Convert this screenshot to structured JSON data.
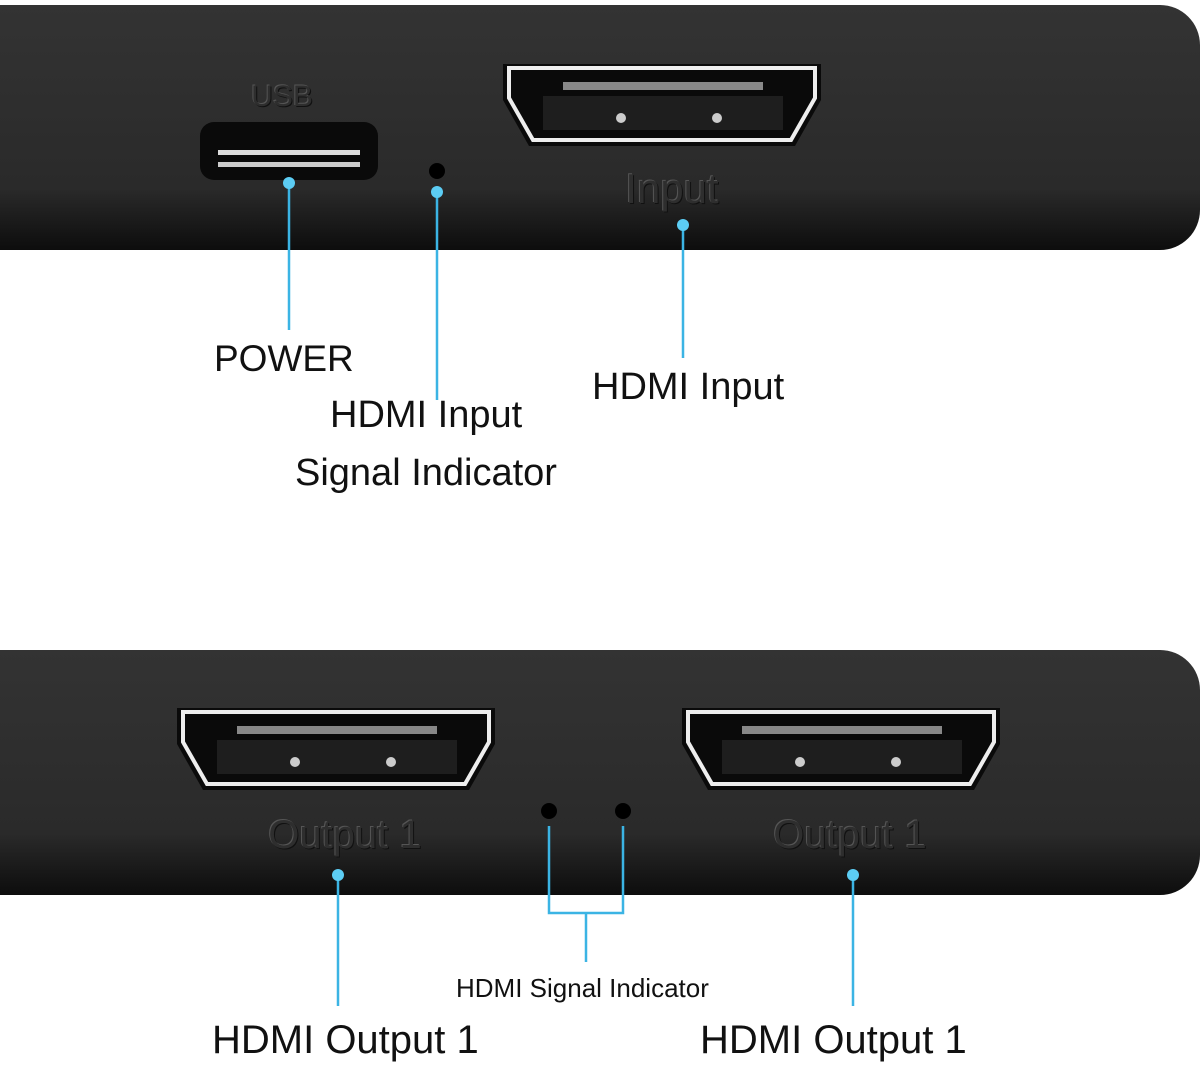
{
  "device_top": {
    "usb_port_marking": "USB",
    "hdmi_port_marking": "Input"
  },
  "device_bottom": {
    "left_port_marking": "Output 1",
    "right_port_marking": "Output 1"
  },
  "callouts": {
    "power": "POWER",
    "input_indicator_line1": "HDMI Input",
    "input_indicator_line2": "Signal Indicator",
    "hdmi_input": "HDMI Input",
    "signal_indicator": "HDMI Signal Indicator",
    "output_left": "HDMI Output 1",
    "output_right": "HDMI Output 1"
  },
  "colors": {
    "callout_line": "#3bb4e4",
    "callout_dot": "#5ccdf4",
    "device": "#2c2c2c"
  }
}
